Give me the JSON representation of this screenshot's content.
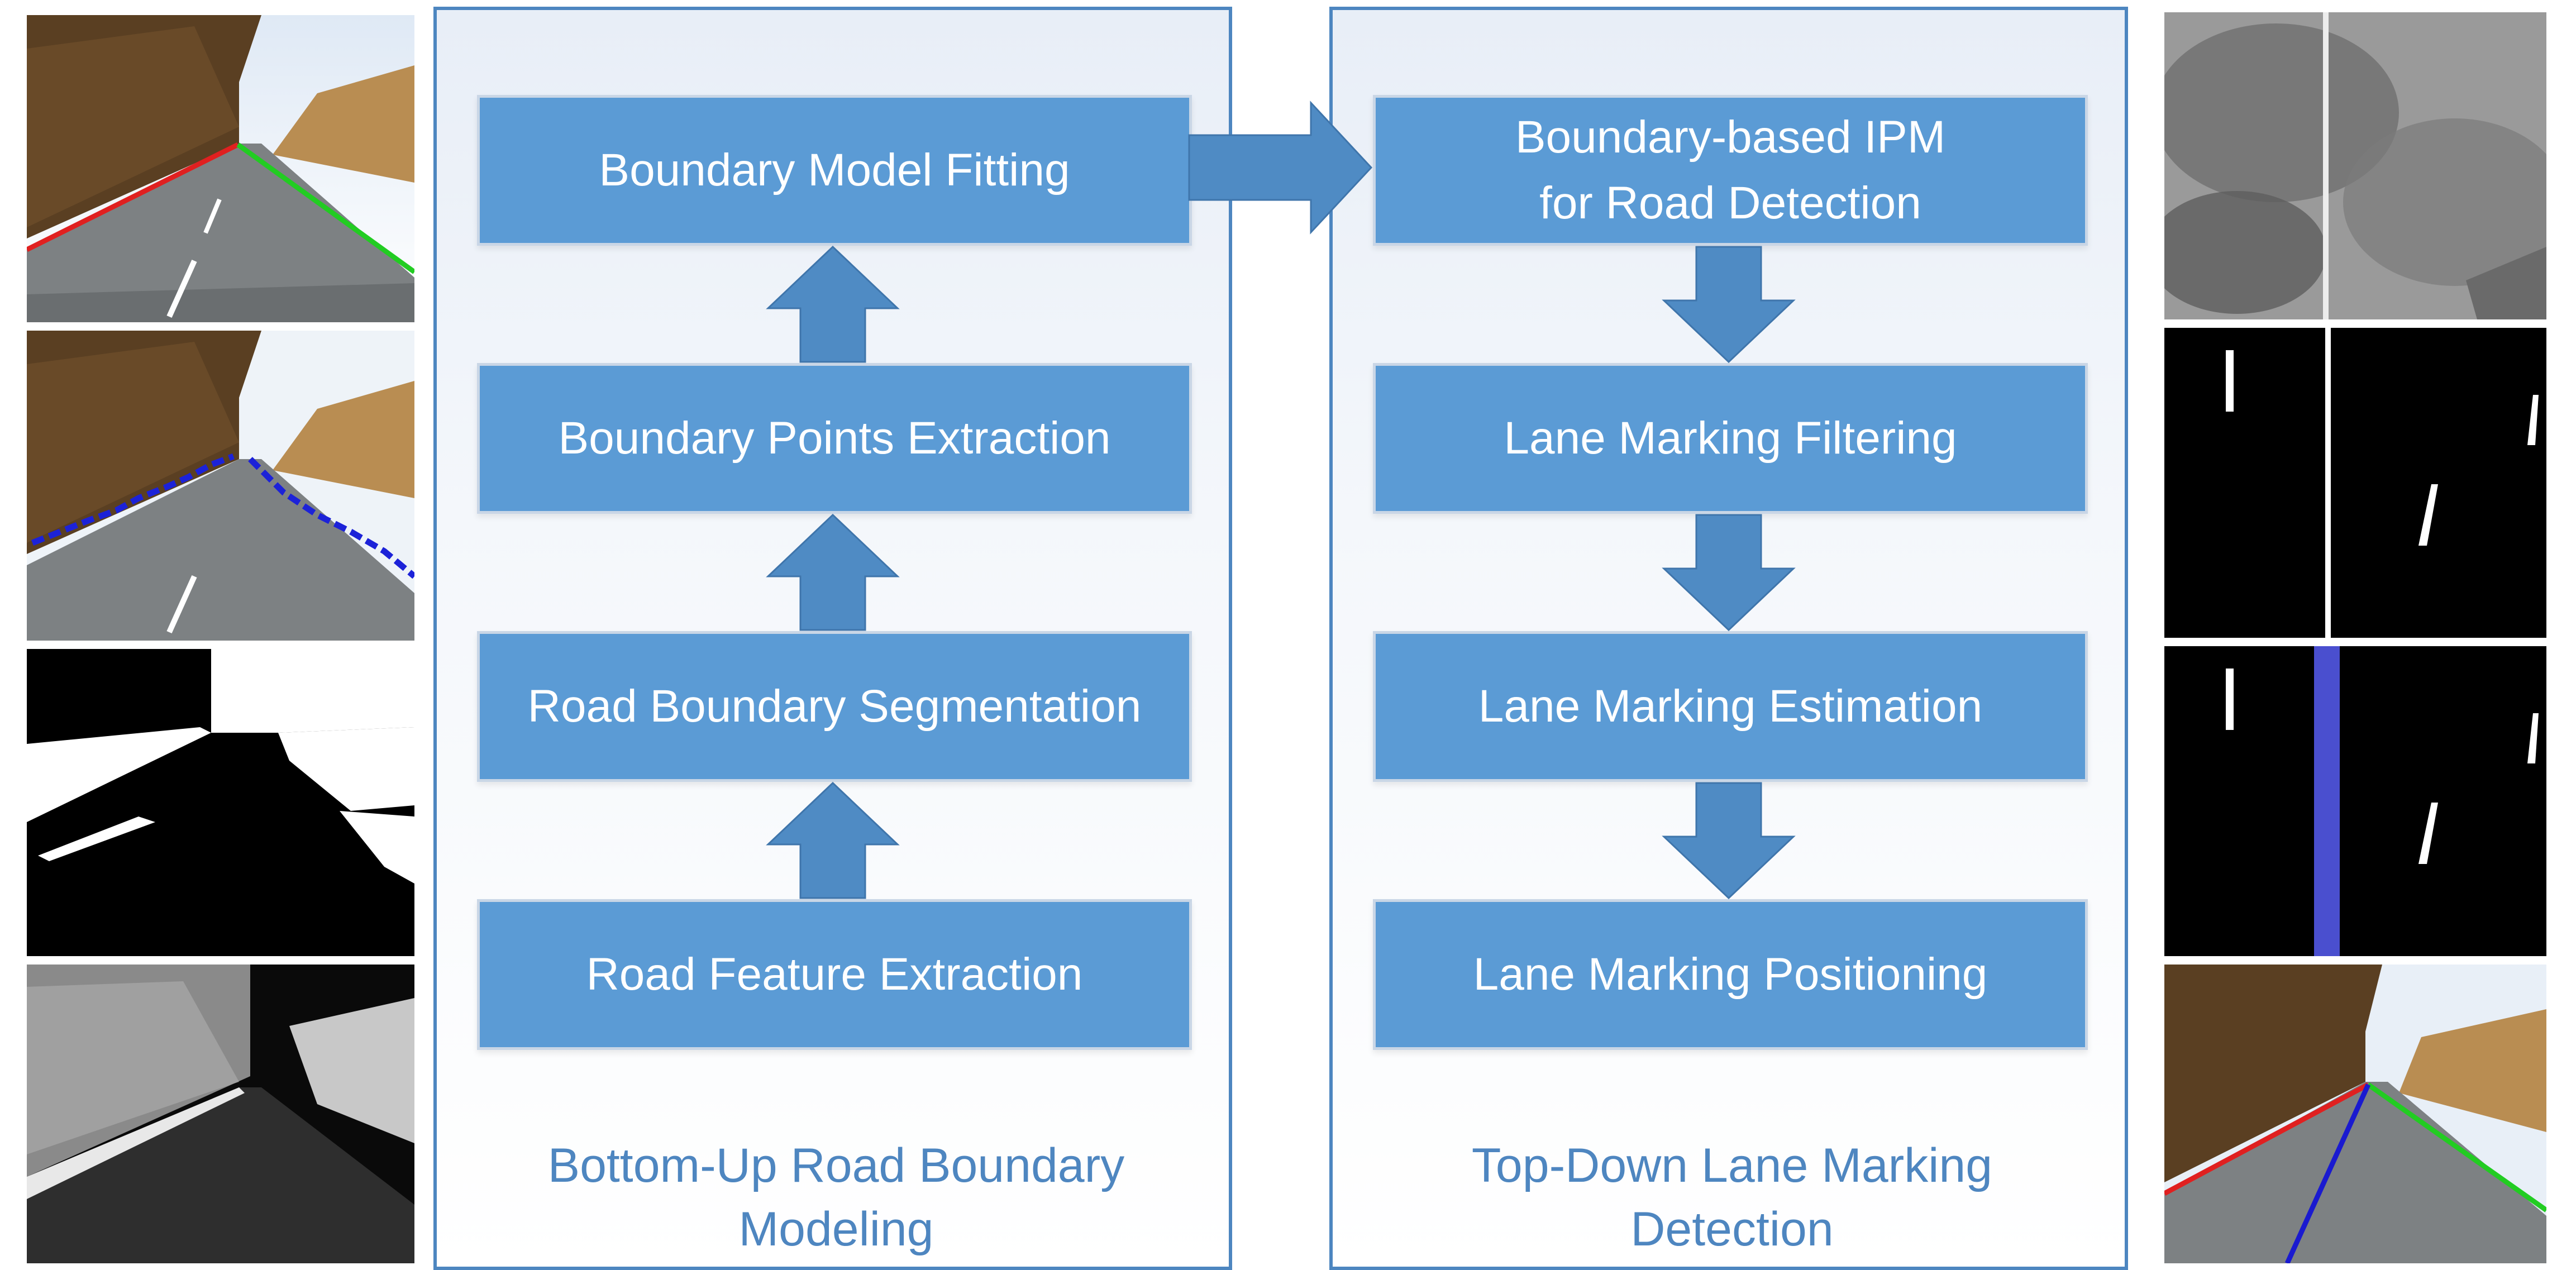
{
  "bottom_up": {
    "title": "Bottom-Up Road Boundary\nModeling",
    "steps": [
      "Boundary Model Fitting",
      "Boundary Points Extraction",
      "Road Boundary Segmentation",
      "Road Feature Extraction"
    ]
  },
  "top_down": {
    "title": "Top-Down Lane Marking\nDetection",
    "steps": [
      "Boundary-based IPM\nfor Road Detection",
      "Lane Marking Filtering",
      "Lane Marking Estimation",
      "Lane Marking Positioning"
    ]
  },
  "colors": {
    "box_fill": "#5b9bd5",
    "arrow_fill": "#4f8bc4",
    "panel_border": "#4d86c0",
    "label_text": "#4e86c0",
    "left_boundary": "#e02020",
    "right_boundary": "#22cc22",
    "lane_marking": "#1a1ad0",
    "boundary_points": "#1c22d8"
  },
  "thumbnails": {
    "left": [
      "road-photo-fitted-boundaries",
      "road-photo-boundary-points",
      "binary-segmentation-mask",
      "grayscale-feature-map"
    ],
    "right": [
      "ipm-top-view",
      "filtered-lane-markings",
      "estimated-lane-marking",
      "road-photo-positioned-lanes"
    ]
  }
}
